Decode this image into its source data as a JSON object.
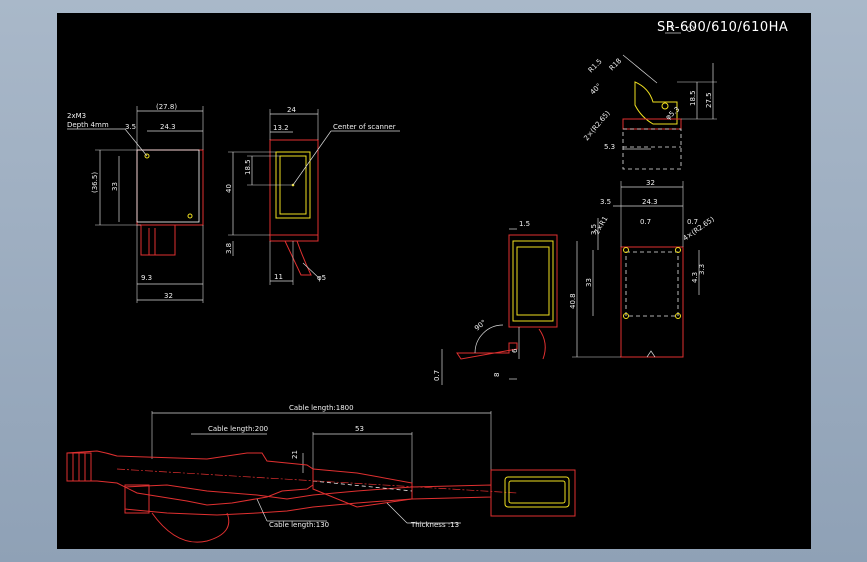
{
  "drawing": {
    "title": "SR-600/610/610HA"
  },
  "front_view": {
    "dims": {
      "top_outer": "(27.8)",
      "top_inner": "24.3",
      "offset": "3.5",
      "height_outer": "(36.5)",
      "height_inner": "33",
      "cable_offset": "9.3",
      "bottom": "32"
    },
    "note_1": "2xM3",
    "note_2": "Depth 4mm"
  },
  "side_view": {
    "dims": {
      "width": "24",
      "window_width": "13.2",
      "window_height": "18.5",
      "height": "40",
      "base": "3.8",
      "cable_w": "11",
      "cable_dia": "φ5"
    },
    "center_label": "Center of scanner"
  },
  "tilt_view": {
    "dims": {
      "r1": "R1.5",
      "r2": "R18",
      "angle": "40°",
      "d7": "7",
      "c1": "C1",
      "h185": "18.5",
      "h275": "27.5",
      "holes": "2×(R2.65)",
      "d53a": "5.3",
      "d53b": "φ5.3"
    }
  },
  "bracket_side": {
    "dims": {
      "t": "1.5",
      "angle": "90°",
      "d6": "6",
      "d07": "0.7",
      "d8": "8"
    }
  },
  "bracket_front": {
    "dims": {
      "w32": "32",
      "d35": "3.5",
      "d243": "24.3",
      "r2": "2×R1",
      "d07a": "0.7",
      "d07b": "0.7",
      "r265": "4×(R2.65)",
      "d35v": "3.5",
      "d33": "33",
      "d408": "40.8",
      "d43": "4.3",
      "d33b": "3.3"
    }
  },
  "cable": {
    "cable_length": "Cable length:1800",
    "cable_length_200": "Cable length:200",
    "cable_length_130": "Cable length:130",
    "thickness": "Thickness :13",
    "d53": "53",
    "d21": "21"
  },
  "colors": {
    "background": "#000000",
    "outline": "#e03030",
    "detail": "#f0e020",
    "dimension": "#d8d8d8"
  }
}
